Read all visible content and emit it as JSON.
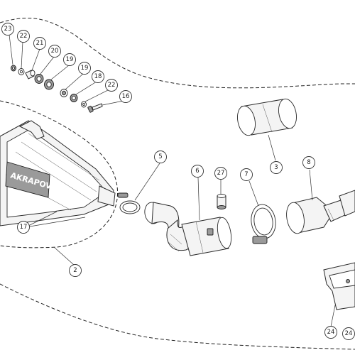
{
  "brand_text": "AKRAPOVIC",
  "callouts": {
    "c23": "23",
    "c22a": "22",
    "c21": "21",
    "c20": "20",
    "c19a": "19",
    "c19b": "19",
    "c18": "18",
    "c22b": "22",
    "c16": "16",
    "c3": "3",
    "c5": "5",
    "c6": "6",
    "c27": "27",
    "c7": "7",
    "c8": "8",
    "c17": "17",
    "c2": "2",
    "c24a": "24",
    "c24b": "24"
  },
  "colors": {
    "line": "#2a2a2a",
    "fill": "#f4f4f4",
    "dark": "#9a9a9a",
    "background": "#ffffff"
  }
}
